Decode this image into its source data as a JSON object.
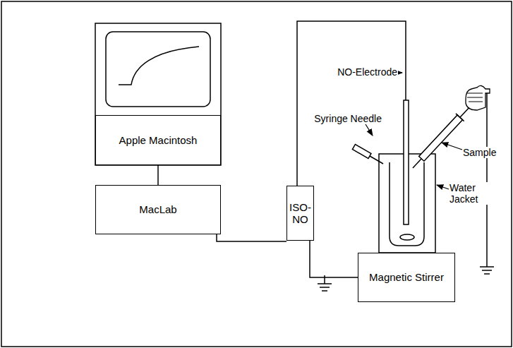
{
  "diagram": {
    "nodes": [
      {
        "text": [
          "Apple Macintosh"
        ]
      },
      {
        "text": [
          "MacLab"
        ]
      },
      {
        "text": [
          "ISO- NO"
        ]
      },
      {
        "text": [
          "Magnetic Stirrer"
        ]
      }
    ],
    "edges": [
      {
        "from": 0,
        "to": 1,
        "arrow": "none"
      },
      {
        "from": 1,
        "to": 2,
        "arrow": "none"
      },
      {
        "from": 2,
        "to": 3,
        "arrow": "none"
      }
    ],
    "labels": [
      "NO-Electrode",
      "Syringe Needle",
      "Sample",
      "Water Jacket"
    ]
  }
}
